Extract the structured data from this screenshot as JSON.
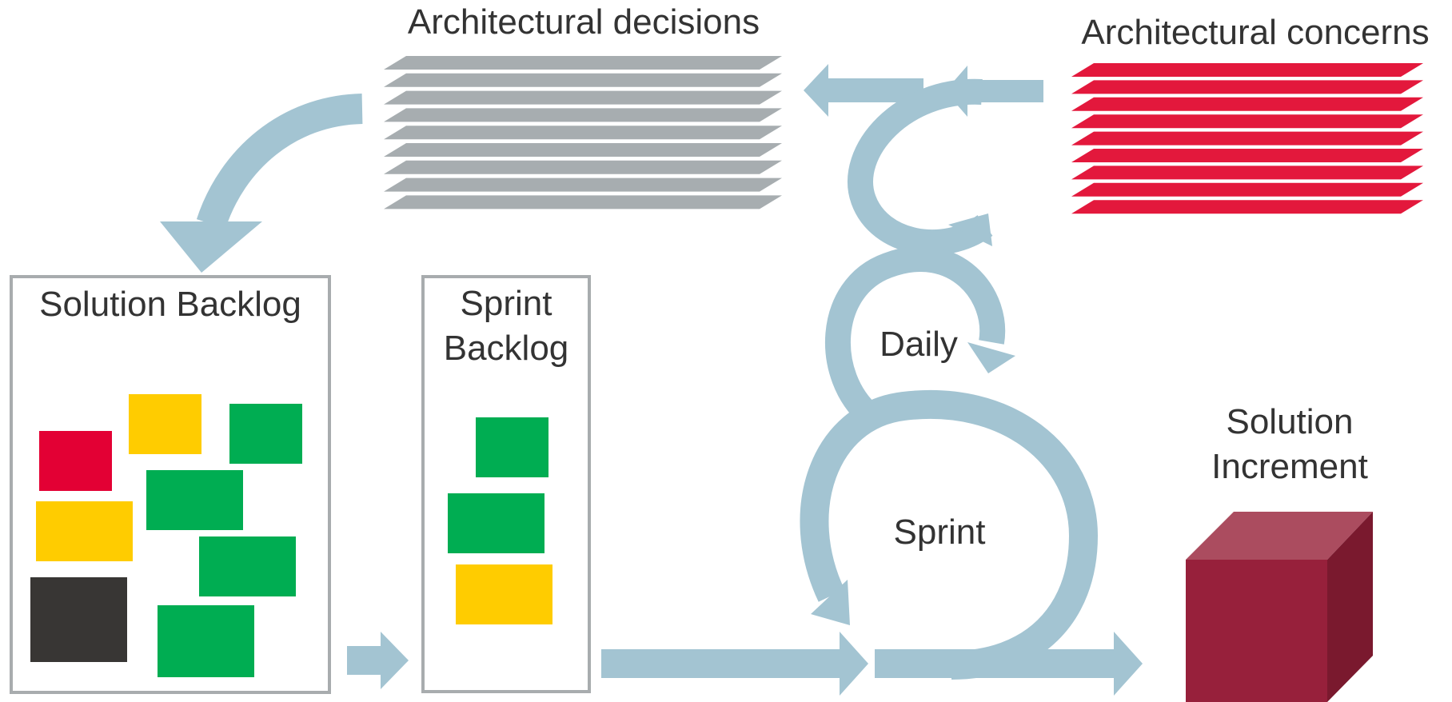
{
  "labels": {
    "architectural_decisions": "Architectural decisions",
    "architectural_concerns": "Architectural concerns",
    "solution_backlog": "Solution Backlog",
    "sprint_backlog_line1": "Sprint",
    "sprint_backlog_line2": "Backlog",
    "daily": "Daily",
    "sprint": "Sprint",
    "solution_increment_line1": "Solution",
    "solution_increment_line2": "Increment"
  },
  "colors": {
    "flow_arrow": "#a3c4d2",
    "decision_layer": "#a7adb0",
    "concern_layer": "#e3183c",
    "card_red": "#e30034",
    "card_yellow": "#ffcc00",
    "card_green": "#00ad52",
    "card_black": "#383634",
    "cube_front": "#97203b",
    "cube_top": "#ab4c5f",
    "cube_side": "#7a192e",
    "box_border": "#a8acae"
  }
}
